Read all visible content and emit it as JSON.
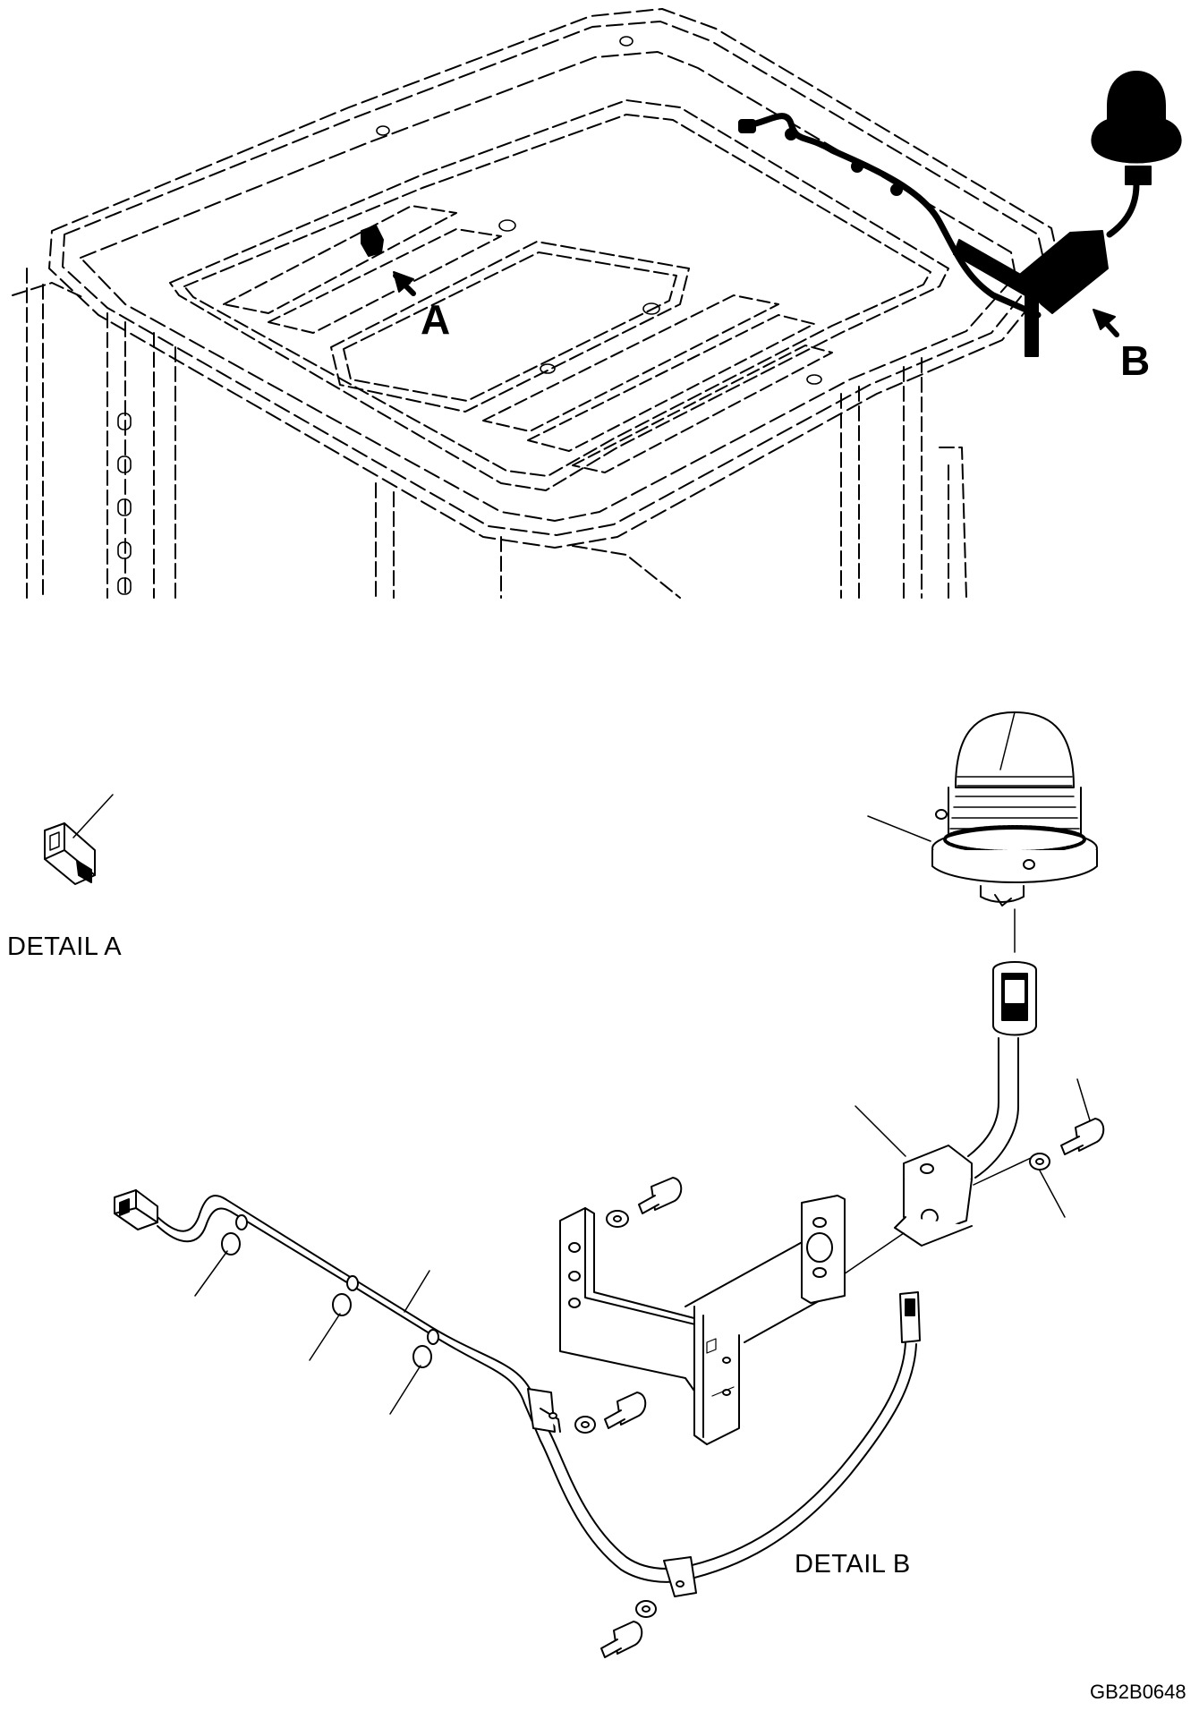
{
  "callouts": {
    "a": "A",
    "b": "B"
  },
  "captions": {
    "detail_a": "DETAIL A",
    "detail_b": "DETAIL B"
  },
  "drawing_code": "GB2B0648",
  "colors": {
    "ink": "#000000",
    "paper": "#ffffff"
  }
}
